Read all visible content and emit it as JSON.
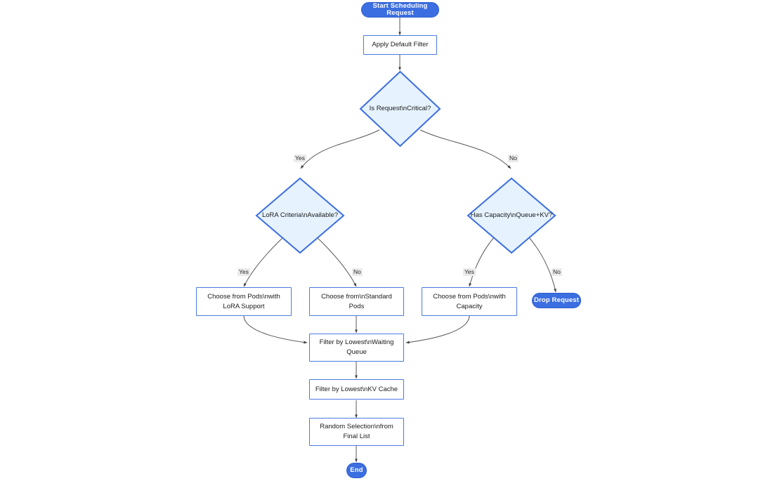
{
  "diagram": {
    "type": "flowchart",
    "title": "Scheduling Request Flowchart",
    "colors": {
      "terminal_fill": "#3b6ee0",
      "terminal_text": "#ffffff",
      "process_fill": "#ffffff",
      "process_border": "#4a7ae0",
      "decision_fill": "#e6f2fd",
      "decision_border": "#3b6ee0",
      "edge_stroke": "#575757",
      "edge_label_bg": "#ebebeb"
    },
    "nodes": {
      "start": {
        "label": "Start Scheduling Request",
        "shape": "pill"
      },
      "apply_default_filter": {
        "label": "Apply Default Filter",
        "shape": "rect"
      },
      "is_request_critical": {
        "label": "Is Request\\nCritical?",
        "shape": "diamond"
      },
      "lora_criteria_available": {
        "label": "LoRA Criteria\\nAvailable?",
        "shape": "diamond"
      },
      "has_capacity": {
        "label": "Has Capacity\\nQueue+KV?",
        "shape": "diamond"
      },
      "choose_lora_pods": {
        "label": "Choose from Pods\\nwith LoRA Support",
        "shape": "rect"
      },
      "choose_standard_pods": {
        "label": "Choose from\\nStandard Pods",
        "shape": "rect"
      },
      "choose_capacity_pods": {
        "label": "Choose from Pods\\nwith Capacity",
        "shape": "rect"
      },
      "drop_request": {
        "label": "Drop Request",
        "shape": "pill"
      },
      "filter_waiting_queue": {
        "label": "Filter by Lowest\\nWaiting Queue",
        "shape": "rect"
      },
      "filter_kv_cache": {
        "label": "Filter by Lowest\\nKV Cache",
        "shape": "rect"
      },
      "random_selection": {
        "label": "Random Selection\\nfrom Final List",
        "shape": "rect"
      },
      "end": {
        "label": "End",
        "shape": "pill"
      }
    },
    "edge_labels": {
      "critical_yes": "Yes",
      "critical_no": "No",
      "lora_yes": "Yes",
      "lora_no": "No",
      "capacity_yes": "Yes",
      "capacity_no": "No"
    },
    "edges": [
      {
        "from": "start",
        "to": "apply_default_filter",
        "label": ""
      },
      {
        "from": "apply_default_filter",
        "to": "is_request_critical",
        "label": ""
      },
      {
        "from": "is_request_critical",
        "to": "lora_criteria_available",
        "label": "Yes"
      },
      {
        "from": "is_request_critical",
        "to": "has_capacity",
        "label": "No"
      },
      {
        "from": "lora_criteria_available",
        "to": "choose_lora_pods",
        "label": "Yes"
      },
      {
        "from": "lora_criteria_available",
        "to": "choose_standard_pods",
        "label": "No"
      },
      {
        "from": "has_capacity",
        "to": "choose_capacity_pods",
        "label": "Yes"
      },
      {
        "from": "has_capacity",
        "to": "drop_request",
        "label": "No"
      },
      {
        "from": "choose_lora_pods",
        "to": "filter_waiting_queue",
        "label": ""
      },
      {
        "from": "choose_standard_pods",
        "to": "filter_waiting_queue",
        "label": ""
      },
      {
        "from": "choose_capacity_pods",
        "to": "filter_waiting_queue",
        "label": ""
      },
      {
        "from": "filter_waiting_queue",
        "to": "filter_kv_cache",
        "label": ""
      },
      {
        "from": "filter_kv_cache",
        "to": "random_selection",
        "label": ""
      },
      {
        "from": "random_selection",
        "to": "end",
        "label": ""
      }
    ]
  }
}
